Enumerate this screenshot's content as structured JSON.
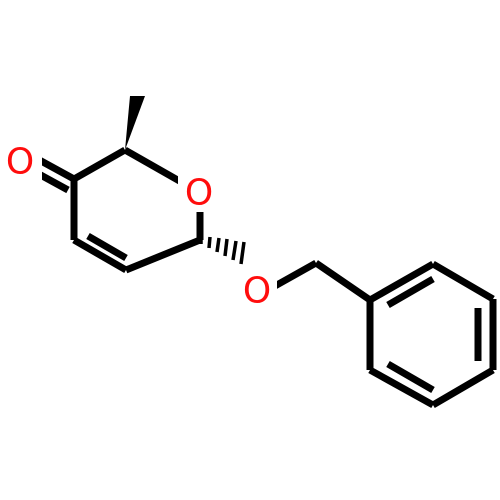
{
  "molecule": {
    "atoms": {
      "carbonyl_oxygen": "O",
      "ring_oxygen": "O",
      "ether_oxygen": "O"
    },
    "colors": {
      "bond": "#000000",
      "oxygen": "#ff0d0d",
      "background": "#ffffff"
    }
  }
}
